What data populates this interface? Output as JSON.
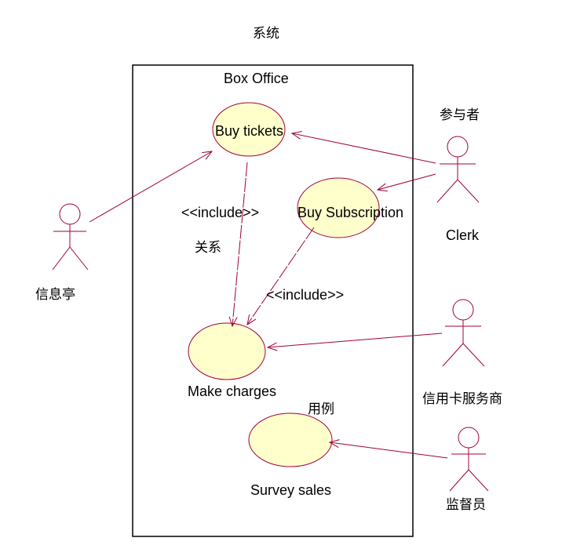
{
  "annotations": {
    "system": "系统",
    "participant": "参与者",
    "relationship": "关系",
    "use_case": "用例"
  },
  "boundary": {
    "title": "Box Office"
  },
  "use_cases": {
    "buy_tickets": "Buy tickets",
    "buy_subscription": "Buy Subscription",
    "make_charges": "Make charges",
    "survey_sales": "Survey sales"
  },
  "actors": {
    "kiosk": "信息亭",
    "clerk": "Clerk",
    "credit_card_provider": "信用卡服务商",
    "supervisor": "监督员"
  },
  "relations": {
    "include_1": "<<include>>",
    "include_2": "<<include>>"
  },
  "colors": {
    "use_case_fill": "#ffffcc",
    "line": "#a0003c",
    "boundary": "#000000"
  }
}
